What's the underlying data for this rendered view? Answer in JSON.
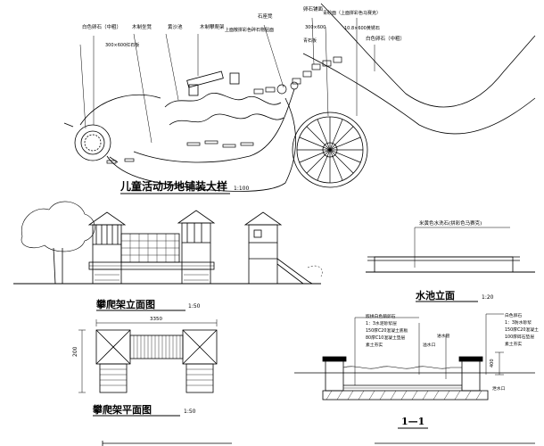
{
  "sheet": {
    "plan_top": {
      "title": "儿童活动场地铺装大样",
      "scale": "1:100",
      "callouts": [
        "白色卵石（中粗）",
        "木制坐凳",
        "黄沙池",
        "木制攀爬架",
        "石座凳",
        "卵石铺面",
        "青砂面（上面拼彩色马赛克）",
        "上面散拼彩色碎石物贴面",
        "300×600红石板",
        "300×600",
        "青石板",
        "10.8×600黄锈石",
        "白色卵石（中粗）"
      ]
    },
    "climbing_elev": {
      "title": "攀爬架立面图",
      "scale": "1:50"
    },
    "climbing_plan": {
      "title": "攀爬架平面图",
      "scale": "1:50",
      "dim_vertical": "200",
      "dim_horizontal": "3350"
    },
    "pool_elev": {
      "title": "水池立面",
      "scale": "1:20",
      "callout": "米黄色水洗石(拼彩色马赛克)"
    },
    "section": {
      "title": "1—1",
      "left_notes": [
        "嵌拼白色鹅卵石",
        "1：3水泥砂浆层",
        "150厚C20混凝土底板",
        "80厚C10混凝土垫层",
        "素土夯实"
      ],
      "mid_notes": [
        "溢水口",
        "进水管"
      ],
      "right_notes": [
        "白色卵石",
        "1：3防水砂浆",
        "150厚C20混凝土",
        "100厚碎石垫层",
        "素土夯实"
      ],
      "dim": "400",
      "bottom_note": "泄水口"
    }
  },
  "colors": {
    "ink": "#000000",
    "paper": "#ffffff",
    "shade": "#555555"
  }
}
